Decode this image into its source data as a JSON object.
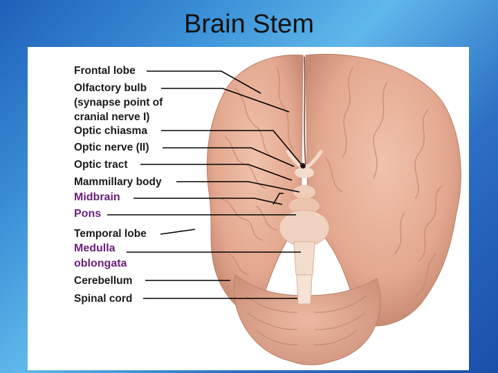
{
  "slide": {
    "title": "Brain Stem"
  },
  "labels": {
    "frontal_lobe": "Frontal lobe",
    "olfactory_bulb_1": "Olfactory bulb",
    "olfactory_bulb_2": "(synapse point of",
    "olfactory_bulb_3": "cranial nerve I)",
    "optic_chiasma": "Optic chiasma",
    "optic_nerve": "Optic nerve (II)",
    "optic_tract": "Optic tract",
    "mammillary_body": "Mammillary body",
    "midbrain": "Midbrain",
    "pons": "Pons",
    "temporal_lobe": "Temporal lobe",
    "medulla_1": "Medulla",
    "medulla_2": "oblongata",
    "cerebellum": "Cerebellum",
    "spinal_cord": "Spinal cord"
  },
  "colors": {
    "background": "#2d6fc4",
    "brain": "#e6b09a",
    "brain_dark": "#c98b73",
    "brainstem": "#f1d2c0",
    "highlight_label": "#6a1f7a"
  }
}
